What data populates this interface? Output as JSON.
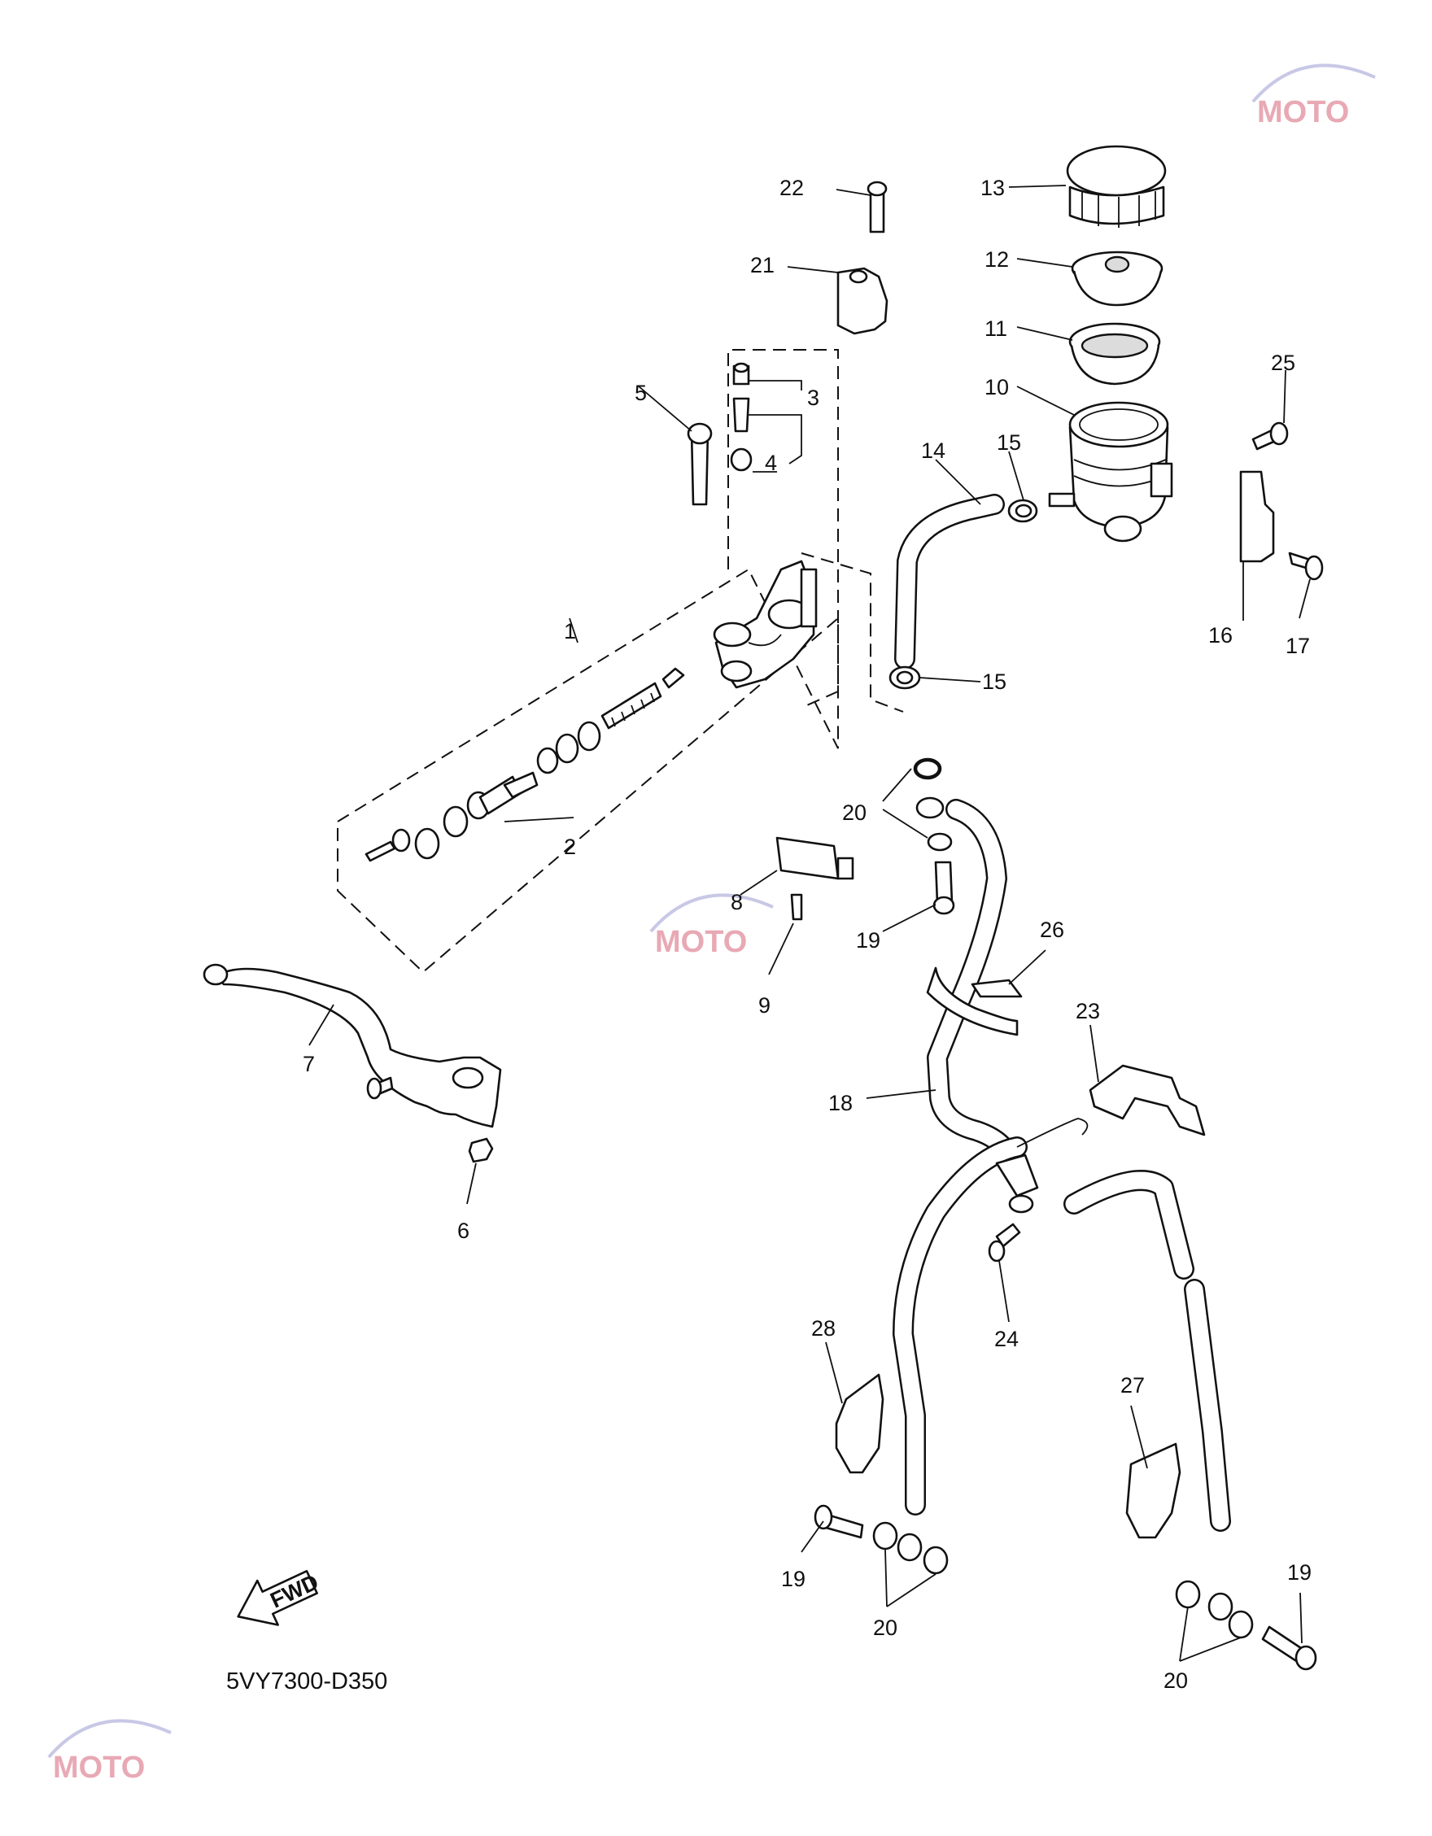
{
  "diagram_code": "5VY7300-D350",
  "fwd_label": "FWD",
  "watermark": "MOTO",
  "callouts": [
    {
      "id": "c1",
      "text": "1"
    },
    {
      "id": "c2",
      "text": "2"
    },
    {
      "id": "c3",
      "text": "3"
    },
    {
      "id": "c4",
      "text": "4"
    },
    {
      "id": "c5",
      "text": "5"
    },
    {
      "id": "c6",
      "text": "6"
    },
    {
      "id": "c7",
      "text": "7"
    },
    {
      "id": "c8",
      "text": "8"
    },
    {
      "id": "c9",
      "text": "9"
    },
    {
      "id": "c10",
      "text": "10"
    },
    {
      "id": "c11",
      "text": "11"
    },
    {
      "id": "c12",
      "text": "12"
    },
    {
      "id": "c13",
      "text": "13"
    },
    {
      "id": "c14",
      "text": "14"
    },
    {
      "id": "c15a",
      "text": "15"
    },
    {
      "id": "c15b",
      "text": "15"
    },
    {
      "id": "c16",
      "text": "16"
    },
    {
      "id": "c17",
      "text": "17"
    },
    {
      "id": "c18",
      "text": "18"
    },
    {
      "id": "c19a",
      "text": "19"
    },
    {
      "id": "c19b",
      "text": "19"
    },
    {
      "id": "c19c",
      "text": "19"
    },
    {
      "id": "c20a",
      "text": "20"
    },
    {
      "id": "c20b",
      "text": "20"
    },
    {
      "id": "c20c",
      "text": "20"
    },
    {
      "id": "c21",
      "text": "21"
    },
    {
      "id": "c22",
      "text": "22"
    },
    {
      "id": "c23",
      "text": "23"
    },
    {
      "id": "c24",
      "text": "24"
    },
    {
      "id": "c25",
      "text": "25"
    },
    {
      "id": "c26",
      "text": "26"
    },
    {
      "id": "c27",
      "text": "27"
    },
    {
      "id": "c28",
      "text": "28"
    }
  ]
}
